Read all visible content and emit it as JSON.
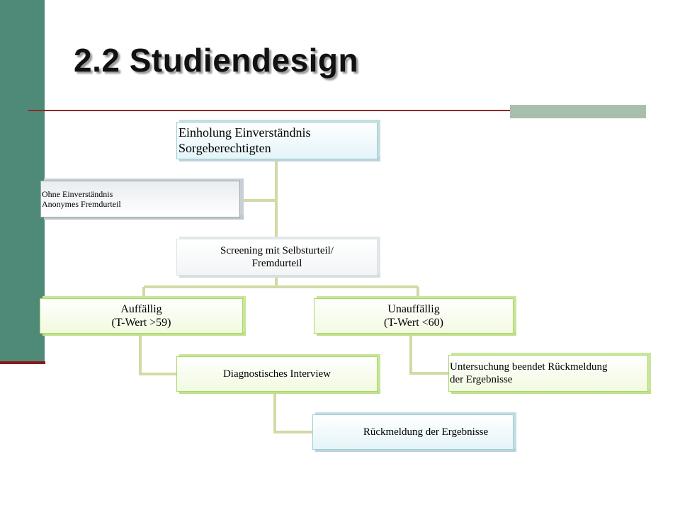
{
  "slide": {
    "title": "2.2 Studiendesign"
  },
  "diagram": {
    "consent": [
      "Einholung Einverständnis",
      "Sorgeberechtigten"
    ],
    "without_consent": [
      "Ohne Einverständnis",
      "Anonymes Fremdurteil"
    ],
    "screening": [
      "Screening mit Selbsturteil/",
      "Fremdurteil"
    ],
    "auffaellig": [
      "Auffällig",
      "(T-Wert >59)"
    ],
    "unauffaellig": [
      "Unauffällig",
      "(T-Wert <60)"
    ],
    "interview": "Diagnostisches Interview",
    "untersuchung_beendet": [
      "Untersuchung beendet Rückmeldung",
      "der Ergebnisse"
    ],
    "rueckmeldung": "Rückmeldung der Ergebnisse"
  },
  "colors": {
    "sidebar": "#4f8a78",
    "title_rule": "#8b2a2a",
    "connector": "#d4d9a6",
    "green_border": "#a9d86a",
    "blue_border": "#9ccfd8"
  }
}
